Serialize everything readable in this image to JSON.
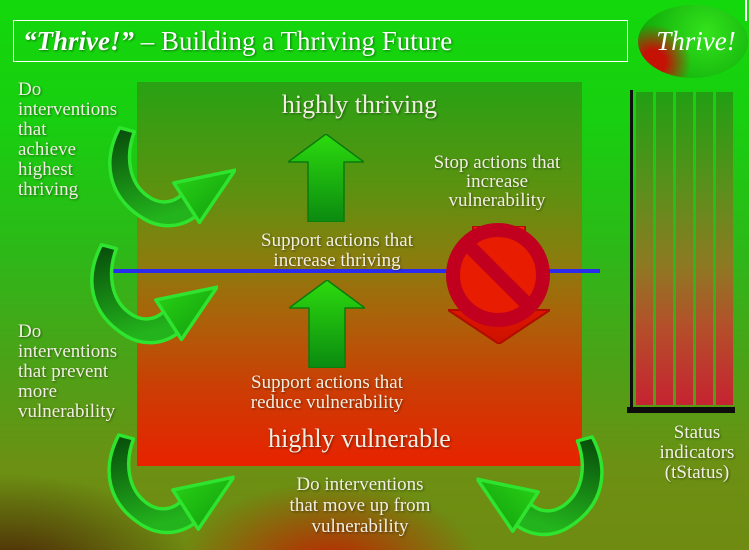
{
  "title": {
    "emphasis": "“Thrive!”",
    "rest": " – Building a Thriving Future"
  },
  "logo": {
    "text": "Thrive!"
  },
  "diagram": {
    "zone_top": "highly thriving",
    "zone_bottom": "highly vulnerable",
    "support_increase": [
      "Support actions that",
      "increase thriving"
    ],
    "support_reduce": [
      "Support actions that",
      "reduce vulnerability"
    ],
    "stop_actions": [
      "Stop actions that",
      "increase",
      "vulnerability"
    ],
    "label_achieve": [
      "Do",
      "interventions",
      "that",
      "achieve",
      "highest",
      "thriving"
    ],
    "label_prevent": [
      "Do",
      "interventions",
      "that prevent",
      "more",
      "vulnerability"
    ],
    "label_moveup": [
      "Do interventions",
      "that move up from",
      "vulnerability"
    ]
  },
  "status_indicators": {
    "label": [
      "Status",
      "indicators",
      "(tStatus)"
    ],
    "bar_count": 5
  },
  "colors": {
    "blue-line": "#2b2bf0",
    "arrow-green": "#2fe42f",
    "stop-red": "#c10020",
    "down-arrow-red": "#e81c00",
    "text-white": "#f2efe2"
  }
}
